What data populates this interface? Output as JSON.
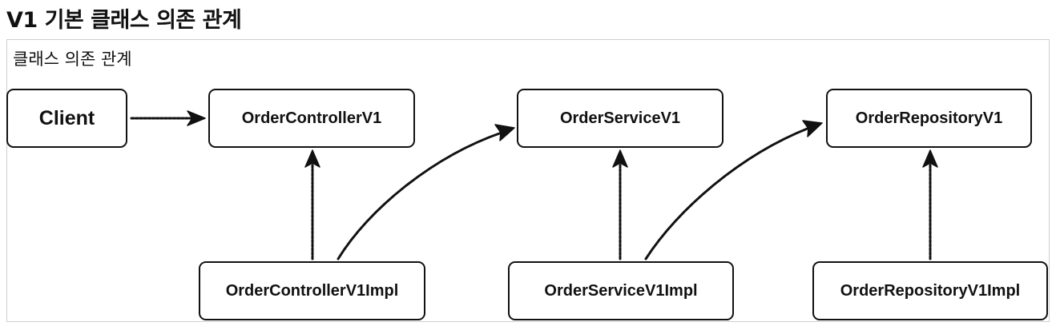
{
  "page": {
    "title": "V1 기본 클래스 의존 관계"
  },
  "diagram": {
    "frame_label": "클래스 의존 관계",
    "nodes": {
      "client": "Client",
      "order_controller_v1": "OrderControllerV1",
      "order_service_v1": "OrderServiceV1",
      "order_repository_v1": "OrderRepositoryV1",
      "order_controller_v1_impl": "OrderControllerV1Impl",
      "order_service_v1_impl": "OrderServiceV1Impl",
      "order_repository_v1_impl": "OrderRepositoryV1Impl"
    },
    "edges": [
      {
        "from": "Client",
        "to": "OrderControllerV1",
        "kind": "dependency"
      },
      {
        "from": "OrderControllerV1Impl",
        "to": "OrderControllerV1",
        "kind": "implements"
      },
      {
        "from": "OrderControllerV1Impl",
        "to": "OrderServiceV1",
        "kind": "dependency"
      },
      {
        "from": "OrderServiceV1Impl",
        "to": "OrderServiceV1",
        "kind": "implements"
      },
      {
        "from": "OrderServiceV1Impl",
        "to": "OrderRepositoryV1",
        "kind": "dependency"
      },
      {
        "from": "OrderRepositoryV1Impl",
        "to": "OrderRepositoryV1",
        "kind": "implements"
      }
    ]
  }
}
